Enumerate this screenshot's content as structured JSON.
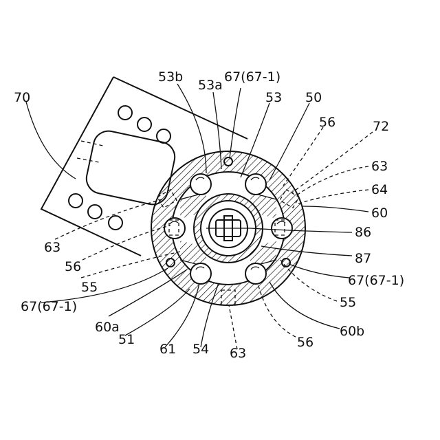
{
  "labels": {
    "l70": "70",
    "l53b": "53b",
    "l53a": "53a",
    "l67top": "67(67-1)",
    "l53": "53",
    "l50": "50",
    "l56a": "56",
    "l72": "72",
    "l63a": "63",
    "l64": "64",
    "l60": "60",
    "l86": "86",
    "l87": "87",
    "l67right": "67(67-1)",
    "l55right": "55",
    "l60b": "60b",
    "l56bottom": "56",
    "l63bottom": "63",
    "l54": "54",
    "l61": "61",
    "l51": "51",
    "l60a": "60a",
    "l67left": "67(67-1)",
    "l55left": "55",
    "l56left": "56",
    "l63left": "63"
  }
}
